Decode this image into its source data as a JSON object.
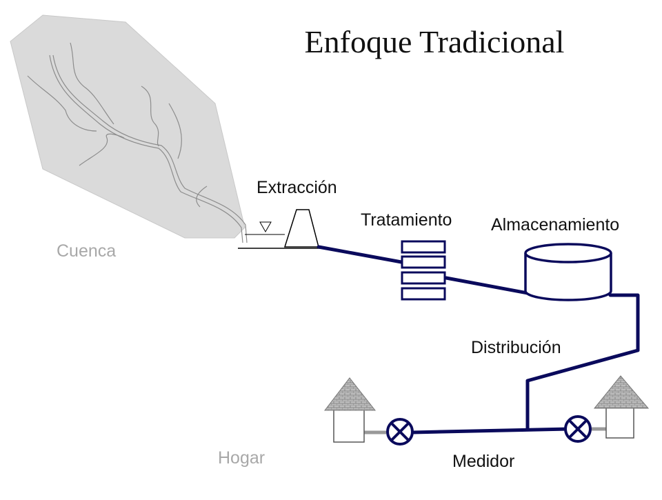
{
  "title": "Enfoque Tradicional",
  "labels": {
    "cuenca": "Cuenca",
    "extraccion": "Extracción",
    "tratamiento": "Tratamiento",
    "almacenamiento": "Almacenamiento",
    "distribucion": "Distribución",
    "medidor": "Medidor",
    "hogar": "Hogar"
  },
  "colors": {
    "pipe": "#0a0a5c",
    "watershed": "#d8d8d8",
    "muted_label": "#a8a8a8",
    "roof": "#999999"
  }
}
